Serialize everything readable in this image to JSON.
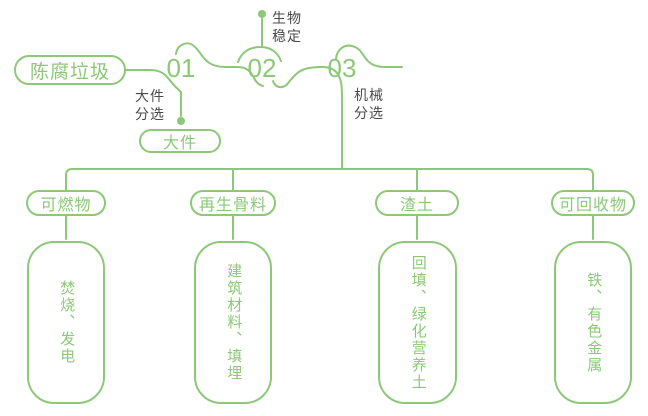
{
  "colors": {
    "green": "#8CC878",
    "label_dark": "#4A4A4A",
    "background": "#FFFFFF"
  },
  "flow": {
    "source_label": "陈腐垃圾",
    "steps": [
      {
        "num": "01",
        "process_label": "大件分选",
        "output_label": "大件"
      },
      {
        "num": "02",
        "process_label": "生物稳定"
      },
      {
        "num": "03",
        "process_label": "机械分选"
      }
    ]
  },
  "branches": [
    {
      "category": "可燃物",
      "result": "焚烧、发电"
    },
    {
      "category": "再生骨料",
      "result": "建筑材料、填埋"
    },
    {
      "category": "渣土",
      "result": "回填、绿化营养土"
    },
    {
      "category": "可回收物",
      "result": "铁、有色金属"
    }
  ],
  "icons": {
    "step1_output_dot": "filled-circle",
    "step2_label_dot": "filled-circle"
  }
}
